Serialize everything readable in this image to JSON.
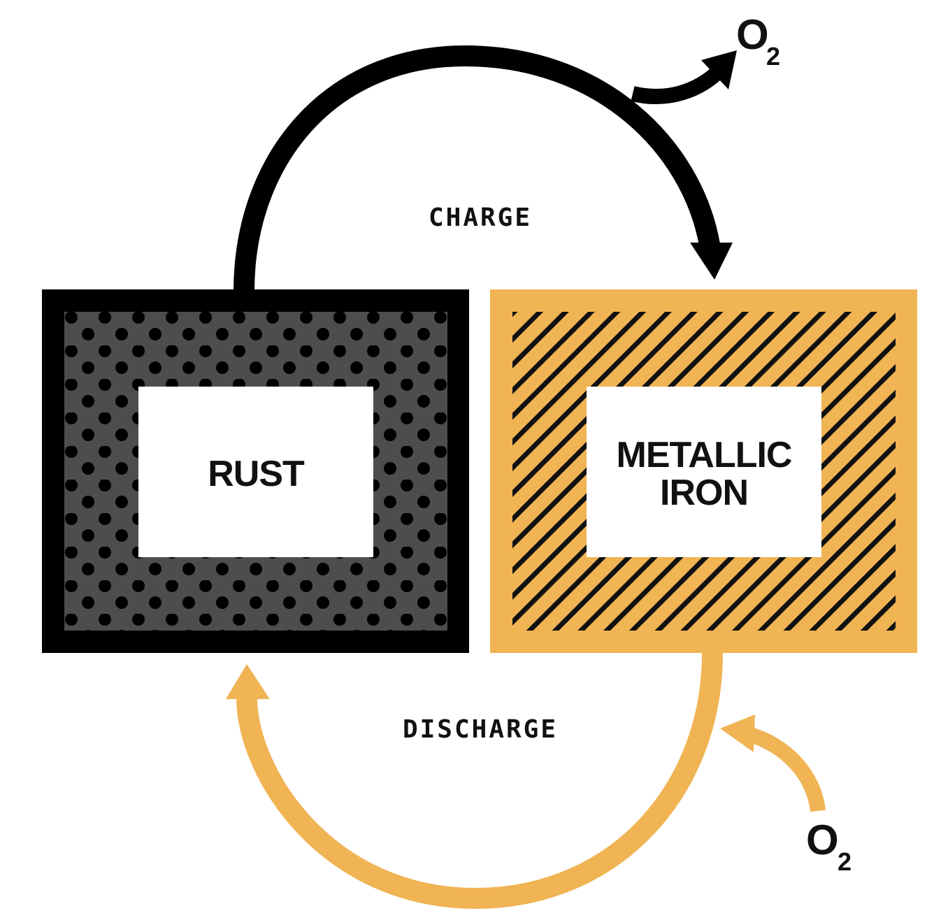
{
  "colors": {
    "rust_frame": "#000000",
    "rust_fill": "#4d4d4d",
    "rust_dot": "#000000",
    "iron_frame": "#f0b454",
    "iron_stripe": "#111111",
    "label_box": "#ffffff",
    "charge_arrow": "#000000",
    "discharge_arrow": "#f0b454"
  },
  "boxes": {
    "rust": {
      "label": "RUST",
      "pattern": "dots"
    },
    "iron": {
      "label_line1": "METALLIC",
      "label_line2": "IRON",
      "pattern": "diagonal-stripes"
    }
  },
  "processes": {
    "charge": {
      "label": "CHARGE"
    },
    "discharge": {
      "label": "DISCHARGE"
    }
  },
  "oxygen": {
    "released": {
      "symbol": "O",
      "subscript": "2"
    },
    "absorbed": {
      "symbol": "O",
      "subscript": "2"
    }
  }
}
